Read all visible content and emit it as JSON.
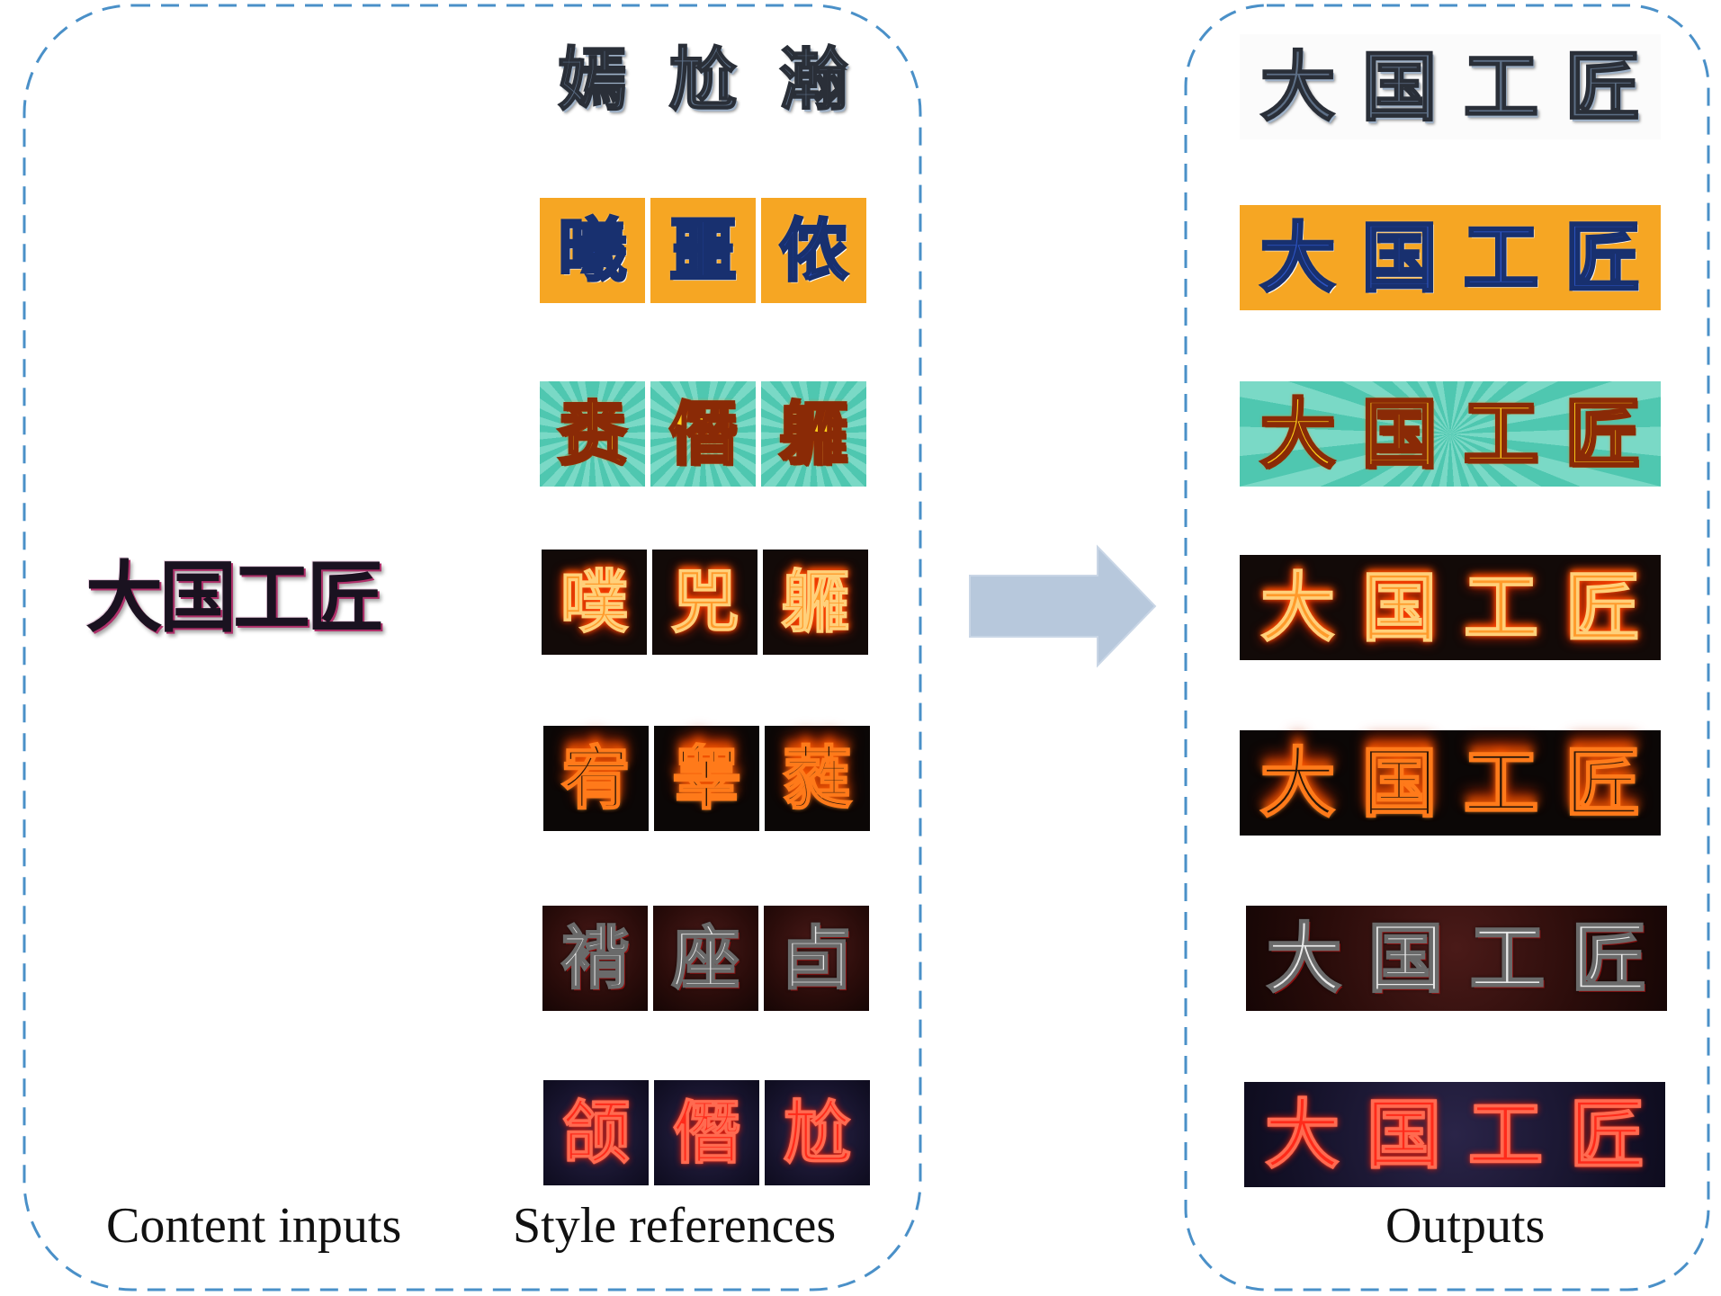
{
  "captions": {
    "content_inputs": "Content inputs",
    "style_references": "Style references",
    "outputs": "Outputs"
  },
  "content_input_text": "大国工匠",
  "style_references": [
    {
      "chars": [
        "嫣",
        "尬",
        "瀚"
      ]
    },
    {
      "chars": [
        "曦",
        "噩",
        "侬"
      ]
    },
    {
      "chars": [
        "赉",
        "僭",
        "軅"
      ]
    },
    {
      "chars": [
        "噗",
        "兕",
        "軅"
      ]
    },
    {
      "chars": [
        "宥",
        "睾",
        "蕤"
      ]
    },
    {
      "chars": [
        "褙",
        "座",
        "卣"
      ]
    },
    {
      "chars": [
        "颌",
        "僭",
        "尬"
      ]
    }
  ],
  "outputs": [
    {
      "chars": [
        "大",
        "国",
        "工",
        "匠"
      ]
    },
    {
      "chars": [
        "大",
        "国",
        "工",
        "匠"
      ]
    },
    {
      "chars": [
        "大",
        "国",
        "工",
        "匠"
      ]
    },
    {
      "chars": [
        "大",
        "国",
        "工",
        "匠"
      ]
    },
    {
      "chars": [
        "大",
        "国",
        "工",
        "匠"
      ]
    },
    {
      "chars": [
        "大",
        "国",
        "工",
        "匠"
      ]
    },
    {
      "chars": [
        "大",
        "国",
        "工",
        "匠"
      ]
    }
  ],
  "colors": {
    "panel_border": "#4a90c8",
    "arrow_fill": "#b7c8dc"
  },
  "arrow_icon": "right-arrow-icon"
}
